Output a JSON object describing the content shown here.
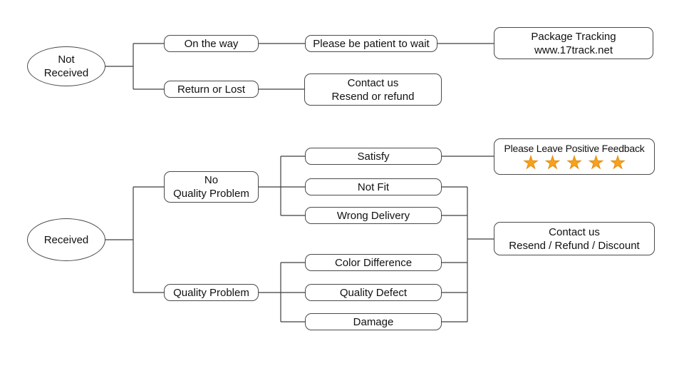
{
  "colors": {
    "background": "#FFFFFF",
    "text": "#111111",
    "line": "#3F3F3F",
    "border": "#4A4A4A",
    "star_fill": "#F9A11B",
    "star_stroke": "#E08E12"
  },
  "nodes": {
    "not_received": {
      "line1": "Not",
      "line2": "Received"
    },
    "on_the_way": {
      "label": "On the way"
    },
    "please_wait": {
      "label": "Please be patient to wait"
    },
    "package_tracking": {
      "line1": "Package Tracking",
      "line2": "www.17track.net"
    },
    "return_or_lost": {
      "label": "Return or Lost"
    },
    "contact_resend_refund": {
      "line1": "Contact us",
      "line2": "Resend or refund"
    },
    "received": {
      "label": "Received"
    },
    "no_quality_problem": {
      "line1": "No",
      "line2": "Quality Problem"
    },
    "quality_problem": {
      "label": "Quality Problem"
    },
    "satisfy": {
      "label": "Satisfy"
    },
    "not_fit": {
      "label": "Not Fit"
    },
    "wrong_delivery": {
      "label": "Wrong Delivery"
    },
    "color_difference": {
      "label": "Color Difference"
    },
    "quality_defect": {
      "label": "Quality Defect"
    },
    "damage": {
      "label": "Damage"
    },
    "positive_feedback": {
      "title": "Please Leave Positive Feedback",
      "stars": "★★★★★",
      "star_count": 5
    },
    "contact_discount": {
      "line1": "Contact us",
      "line2": "Resend / Refund / Discount"
    }
  },
  "edges": [
    {
      "from": "not_received",
      "to": "on_the_way"
    },
    {
      "from": "not_received",
      "to": "return_or_lost"
    },
    {
      "from": "on_the_way",
      "to": "please_wait"
    },
    {
      "from": "please_wait",
      "to": "package_tracking"
    },
    {
      "from": "return_or_lost",
      "to": "contact_resend_refund"
    },
    {
      "from": "received",
      "to": "no_quality_problem"
    },
    {
      "from": "received",
      "to": "quality_problem"
    },
    {
      "from": "no_quality_problem",
      "to": "satisfy"
    },
    {
      "from": "no_quality_problem",
      "to": "not_fit"
    },
    {
      "from": "no_quality_problem",
      "to": "wrong_delivery"
    },
    {
      "from": "quality_problem",
      "to": "color_difference"
    },
    {
      "from": "quality_problem",
      "to": "quality_defect"
    },
    {
      "from": "quality_problem",
      "to": "damage"
    },
    {
      "from": "satisfy",
      "to": "positive_feedback"
    },
    {
      "from": "not_fit",
      "to": "contact_discount"
    },
    {
      "from": "wrong_delivery",
      "to": "contact_discount"
    },
    {
      "from": "color_difference",
      "to": "contact_discount"
    },
    {
      "from": "quality_defect",
      "to": "contact_discount"
    },
    {
      "from": "damage",
      "to": "contact_discount"
    }
  ]
}
